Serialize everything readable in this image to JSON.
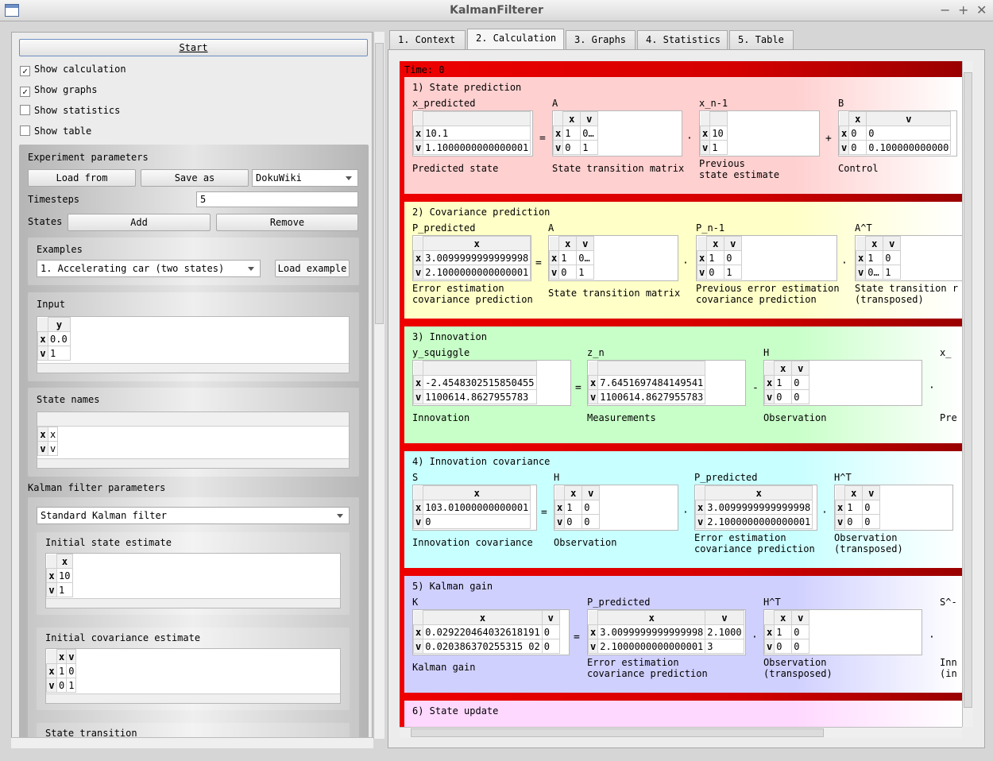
{
  "window": {
    "title": "KalmanFilterer",
    "controls": [
      "−",
      "+",
      "✕"
    ]
  },
  "left": {
    "start_label": "Start",
    "checks": [
      {
        "label": "Show calculation",
        "checked": true
      },
      {
        "label": "Show graphs",
        "checked": true
      },
      {
        "label": "Show statistics",
        "checked": false
      },
      {
        "label": "Show table",
        "checked": false
      }
    ],
    "experiment": {
      "title": "Experiment parameters",
      "load": "Load from",
      "save": "Save as",
      "format": "DokuWiki",
      "timesteps_label": "Timesteps",
      "timesteps": "5",
      "states_label": "States",
      "add": "Add",
      "remove": "Remove"
    },
    "examples": {
      "title": "Examples",
      "selected": "1. Accelerating car (two states)",
      "load": "Load example"
    },
    "input": {
      "title": "Input",
      "col": "y",
      "rows": [
        {
          "h": "x",
          "v": "0.0"
        },
        {
          "h": "v",
          "v": "1"
        }
      ]
    },
    "state_names": {
      "title": "State names",
      "rows": [
        {
          "h": "x",
          "v": "x"
        },
        {
          "h": "v",
          "v": "v"
        }
      ]
    },
    "kalman": {
      "title": "Kalman filter parameters",
      "type": "Standard Kalman filter",
      "initial_state": {
        "title": "Initial state estimate",
        "col": "x",
        "rows": [
          {
            "h": "x",
            "v": "10"
          },
          {
            "h": "v",
            "v": "1"
          }
        ]
      },
      "initial_cov": {
        "title": "Initial covariance estimate",
        "cols": [
          "x",
          "v"
        ],
        "rows": [
          {
            "h": "x",
            "v": [
              "1",
              "0"
            ]
          },
          {
            "h": "v",
            "v": [
              "0",
              "1"
            ]
          }
        ]
      },
      "transition": {
        "title": "State transition"
      }
    }
  },
  "tabs": [
    "1. Context",
    "2. Calculation",
    "3. Graphs",
    "4. Statistics",
    "5. Table"
  ],
  "calc": {
    "time": "Time: 0",
    "sections": [
      {
        "title": "1) State prediction",
        "color": "#ffd0d0"
      },
      {
        "title": "2) Covariance prediction",
        "color": "#ffffc8"
      },
      {
        "title": "3) Innovation",
        "color": "#c8ffc8"
      },
      {
        "title": "4) Innovation covariance",
        "color": "#c8ffff"
      },
      {
        "title": "5) Kalman gain",
        "color": "#d0d0ff"
      },
      {
        "title": "6) State update",
        "color": "#ffd8ff"
      }
    ],
    "s1": {
      "m1": {
        "name": "x_predicted",
        "cap": "Predicted state",
        "rows": [
          {
            "h": "x",
            "v": [
              "10.1"
            ]
          },
          {
            "h": "v",
            "v": [
              "1.1000000000000001"
            ]
          }
        ]
      },
      "m2": {
        "name": "A",
        "cap": "State transition matrix",
        "cols": [
          "x",
          "v"
        ],
        "rows": [
          {
            "h": "x",
            "v": [
              "1",
              "0…"
            ]
          },
          {
            "h": "v",
            "v": [
              "0",
              "1"
            ]
          }
        ]
      },
      "m3": {
        "name": "x_n-1",
        "cap1": "Previous",
        "cap2": "state estimate",
        "rows": [
          {
            "h": "x",
            "v": [
              "10"
            ]
          },
          {
            "h": "v",
            "v": [
              "1"
            ]
          }
        ]
      },
      "m4": {
        "name": "B",
        "cap": "Control",
        "cols": [
          "x",
          "v"
        ],
        "rows": [
          {
            "h": "x",
            "v": [
              "0",
              "0"
            ]
          },
          {
            "h": "v",
            "v": [
              "0",
              "0.100000000000"
            ]
          }
        ]
      },
      "ops": [
        "=",
        "·",
        "+"
      ]
    },
    "s2": {
      "m1": {
        "name": "P_predicted",
        "cap1": "Error estimation",
        "cap2": "covariance prediction",
        "cols": [
          "x"
        ],
        "rows": [
          {
            "h": "x",
            "v": [
              "3.0099999999999998"
            ]
          },
          {
            "h": "v",
            "v": [
              "2.1000000000000001"
            ]
          }
        ]
      },
      "m2": {
        "name": "A",
        "cap": "State transition matrix",
        "cols": [
          "x",
          "v"
        ],
        "rows": [
          {
            "h": "x",
            "v": [
              "1",
              "0…"
            ]
          },
          {
            "h": "v",
            "v": [
              "0",
              "1"
            ]
          }
        ]
      },
      "m3": {
        "name": "P_n-1",
        "cap1": "Previous error estimation",
        "cap2": "covariance prediction",
        "cols": [
          "x",
          "v"
        ],
        "rows": [
          {
            "h": "x",
            "v": [
              "1",
              "0"
            ]
          },
          {
            "h": "v",
            "v": [
              "0",
              "1"
            ]
          }
        ]
      },
      "m4": {
        "name": "A^T",
        "cap1": "State transition r",
        "cap2": "(transposed)",
        "cols": [
          "x",
          "v"
        ],
        "rows": [
          {
            "h": "x",
            "v": [
              "1",
              "0"
            ]
          },
          {
            "h": "v",
            "v": [
              "0…",
              "1"
            ]
          }
        ]
      },
      "ops": [
        "=",
        "·",
        "·"
      ]
    },
    "s3": {
      "m1": {
        "name": "y_squiggle",
        "cap": "Innovation",
        "rows": [
          {
            "h": "x",
            "v": [
              "-2.4548302515850455"
            ]
          },
          {
            "h": "v",
            "v": [
              "1100614.8627955783"
            ]
          }
        ]
      },
      "m2": {
        "name": "z_n",
        "cap": "Measurements",
        "rows": [
          {
            "h": "x",
            "v": [
              "7.6451697484149541"
            ]
          },
          {
            "h": "v",
            "v": [
              "1100614.8627955783"
            ]
          }
        ]
      },
      "m3": {
        "name": "H",
        "cap": "Observation",
        "cols": [
          "x",
          "v"
        ],
        "rows": [
          {
            "h": "x",
            "v": [
              "1",
              "0"
            ]
          },
          {
            "h": "v",
            "v": [
              "0",
              "0"
            ]
          }
        ]
      },
      "m4": {
        "name": "x_",
        "cap": "Pre"
      },
      "ops": [
        "=",
        "-",
        "·"
      ]
    },
    "s4": {
      "m1": {
        "name": "S",
        "cap": "Innovation covariance",
        "cols": [
          "x"
        ],
        "rows": [
          {
            "h": "x",
            "v": [
              "103.01000000000001"
            ]
          },
          {
            "h": "v",
            "v": [
              "0"
            ]
          }
        ]
      },
      "m2": {
        "name": "H",
        "cap": "Observation",
        "cols": [
          "x",
          "v"
        ],
        "rows": [
          {
            "h": "x",
            "v": [
              "1",
              "0"
            ]
          },
          {
            "h": "v",
            "v": [
              "0",
              "0"
            ]
          }
        ]
      },
      "m3": {
        "name": "P_predicted",
        "cap1": "Error estimation",
        "cap2": "covariance prediction",
        "cols": [
          "x"
        ],
        "rows": [
          {
            "h": "x",
            "v": [
              "3.0099999999999998"
            ]
          },
          {
            "h": "v",
            "v": [
              "2.1000000000000001"
            ]
          }
        ]
      },
      "m4": {
        "name": "H^T",
        "cap1": "Observation",
        "cap2": "(transposed)",
        "cols": [
          "x",
          "v"
        ],
        "rows": [
          {
            "h": "x",
            "v": [
              "1",
              "0"
            ]
          },
          {
            "h": "v",
            "v": [
              "0",
              "0"
            ]
          }
        ]
      },
      "ops": [
        "=",
        "·",
        "·"
      ]
    },
    "s5": {
      "m1": {
        "name": "K",
        "cap": "Kalman gain",
        "cols": [
          "x",
          "v"
        ],
        "rows": [
          {
            "h": "x",
            "v": [
              "0.029220464032618191",
              "0"
            ]
          },
          {
            "h": "v",
            "v": [
              "0.020386370255315 02",
              "0"
            ]
          }
        ]
      },
      "m2": {
        "name": "P_predicted",
        "cap1": "Error estimation",
        "cap2": "covariance prediction",
        "cols": [
          "x",
          "v"
        ],
        "rows": [
          {
            "h": "x",
            "v": [
              "3.0099999999999998",
              "2.1000"
            ]
          },
          {
            "h": "v",
            "v": [
              "2.1000000000000001",
              "3"
            ]
          }
        ]
      },
      "m3": {
        "name": "H^T",
        "cap1": "Observation",
        "cap2": "(transposed)",
        "cols": [
          "x",
          "v"
        ],
        "rows": [
          {
            "h": "x",
            "v": [
              "1",
              "0"
            ]
          },
          {
            "h": "v",
            "v": [
              "0",
              "0"
            ]
          }
        ]
      },
      "m4": {
        "name": "S^-",
        "cap1": "Inn",
        "cap2": "(in"
      },
      "ops": [
        "=",
        "·",
        "·"
      ]
    }
  }
}
